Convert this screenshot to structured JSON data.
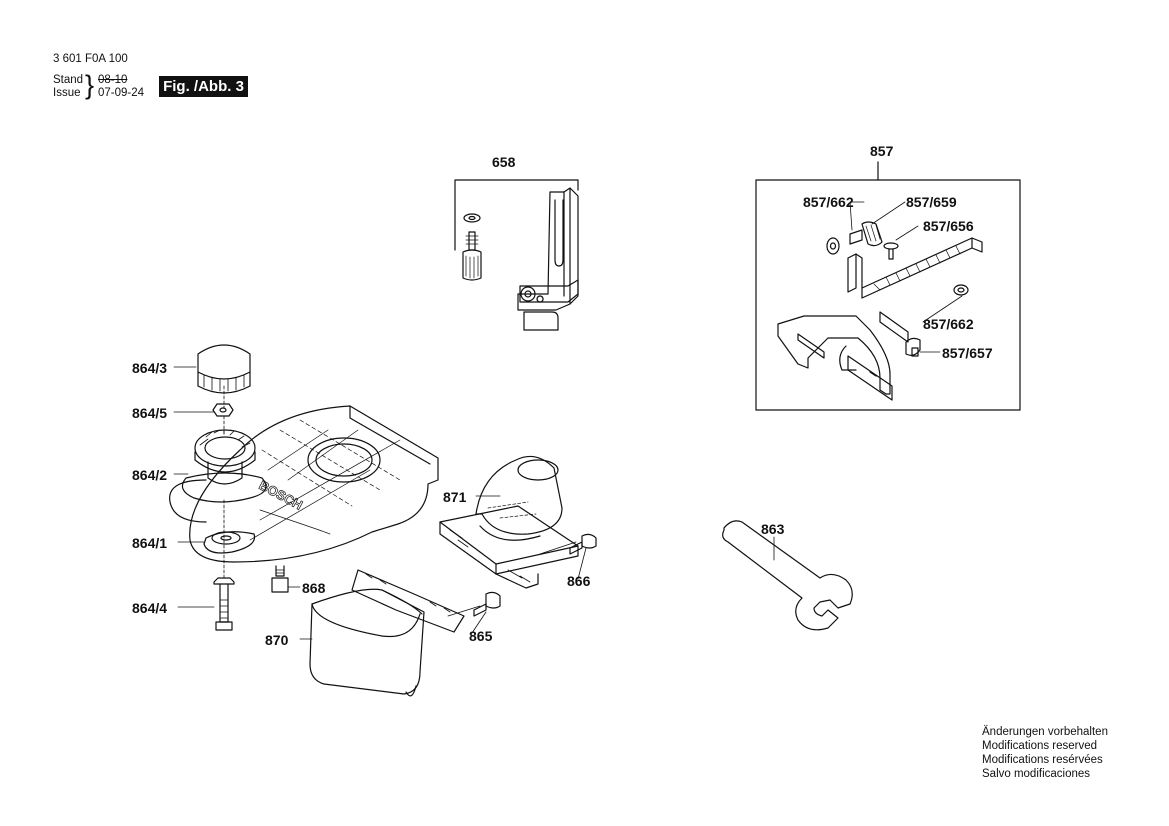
{
  "header": {
    "part_number": "3 601 F0A 100",
    "stand_label": "Stand",
    "issue_label": "Issue",
    "old_date": "08-10",
    "date": "07-09-24",
    "figure": "Fig. /Abb. 3"
  },
  "callouts": {
    "c658": "658",
    "c857": "857",
    "c857_662_top": "857/662",
    "c857_659": "857/659",
    "c857_656": "857/656",
    "c857_662_bottom": "857/662",
    "c857_657": "857/657",
    "c864_3": "864/3",
    "c864_5": "864/5",
    "c864_2": "864/2",
    "c864_1": "864/1",
    "c864_4": "864/4",
    "c868": "868",
    "c870": "870",
    "c871": "871",
    "c865": "865",
    "c866": "866",
    "c863": "863"
  },
  "base_plate_brand": "BOSCH",
  "footer_notes": [
    "Änderungen vorbehalten",
    "Modifications reserved",
    "Modifications resérvées",
    "Salvo modificaciones"
  ]
}
